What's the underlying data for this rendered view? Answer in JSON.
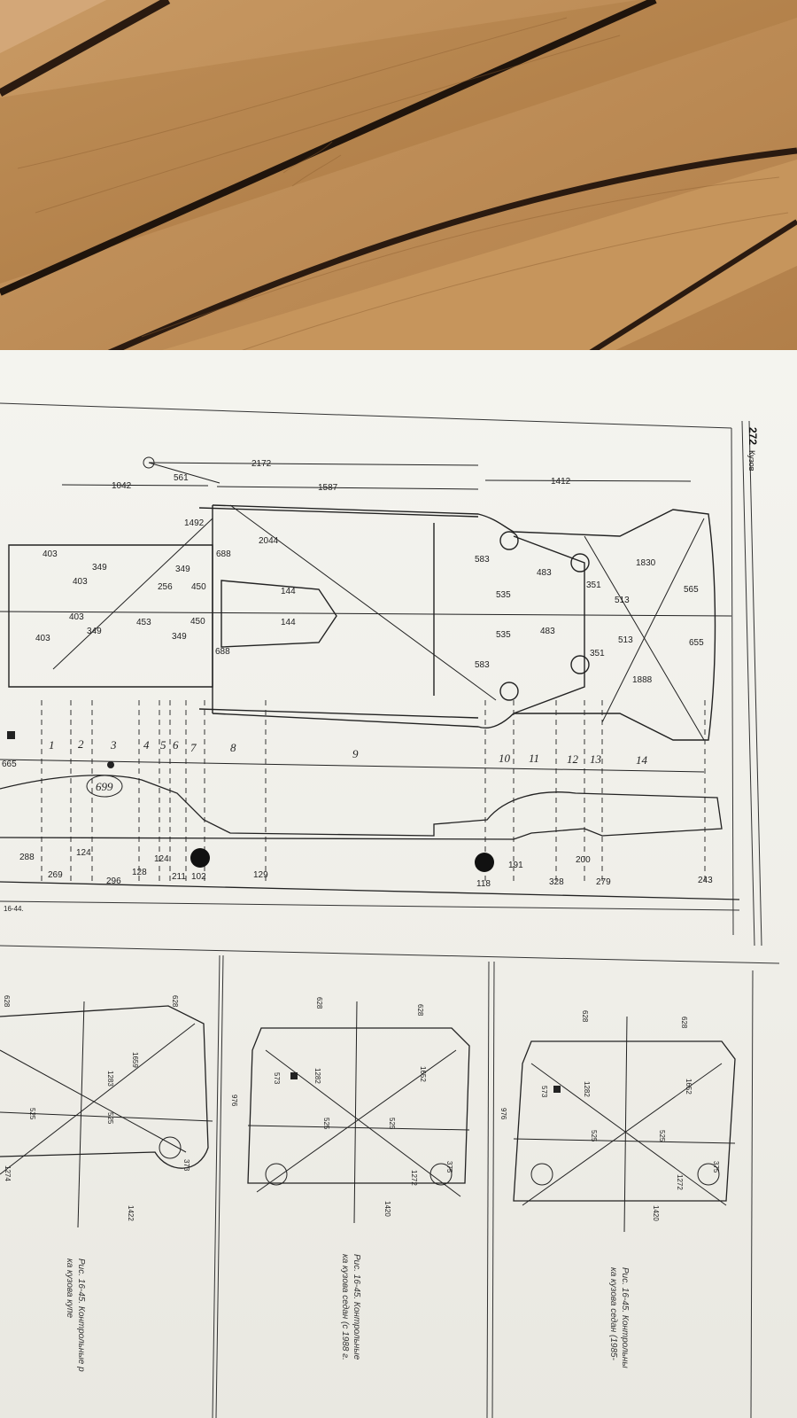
{
  "colors": {
    "wood": "#b98a55",
    "paper": "#f2f1ec",
    "ink": "#222222"
  },
  "header": {
    "page_number": "272",
    "section": "Кузов"
  },
  "main_diagram": {
    "top_dims": [
      "2172",
      "561",
      "1042",
      "1587",
      "1412",
      "1492",
      "2044",
      "1830",
      "1888"
    ],
    "left_dims": [
      "403",
      "403",
      "403",
      "403",
      "349",
      "349",
      "349",
      "349",
      "256",
      "453",
      "450",
      "450",
      "688",
      "688"
    ],
    "center_dims": [
      "144",
      "144",
      "583",
      "583",
      "535",
      "535",
      "483",
      "483",
      "351",
      "351",
      "513",
      "513",
      "565",
      "655"
    ],
    "sections": [
      "1",
      "2",
      "3",
      "4",
      "5",
      "6",
      "7",
      "8",
      "9",
      "10",
      "11",
      "12",
      "13",
      "14"
    ],
    "side_dims": [
      "665",
      "288",
      "269",
      "124",
      "124",
      "296",
      "128",
      "211",
      "102",
      "129",
      "118",
      "191",
      "328",
      "200",
      "279",
      "243"
    ],
    "circled": "699",
    "caption_fragment": "16-44."
  },
  "bottom_panels": [
    {
      "dims": [
        "628",
        "628",
        "1283",
        "1659",
        "525",
        "525",
        "373",
        "1274",
        "1422"
      ],
      "caption_line1": "Рис. 16-45. Контрольные р",
      "caption_line2": "ка кузова купе"
    },
    {
      "dims": [
        "628",
        "628",
        "976",
        "573",
        "1282",
        "1652",
        "525",
        "525",
        "375",
        "1272",
        "1420"
      ],
      "caption_line1": "Рис. 16-45. Контрольные",
      "caption_line2": "ка кузова седан (с 1988 г."
    },
    {
      "dims": [
        "628",
        "628",
        "976",
        "573",
        "1282",
        "1652",
        "525",
        "525",
        "375",
        "1272",
        "1420"
      ],
      "caption_line1": "Рис. 16-45. Контрольны",
      "caption_line2": "ка кузова седан (1985-"
    }
  ]
}
